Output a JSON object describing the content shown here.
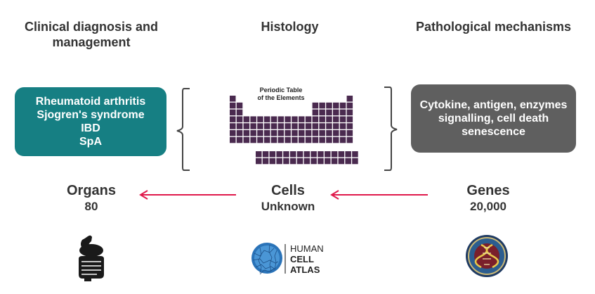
{
  "headers": {
    "left": "Clinical diagnosis and management",
    "center": "Histology",
    "right": "Pathological mechanisms"
  },
  "left_box": {
    "color": "#167f83",
    "lines": [
      "Rheumatoid arthritis",
      "Sjogren's syndrome",
      "IBD",
      "SpA"
    ]
  },
  "right_box": {
    "color": "#5f5f5f",
    "lines": [
      "Cytokine, antigen, enzymes",
      "signalling, cell death",
      "senescence"
    ]
  },
  "periodic_table": {
    "title_line1": "Periodic Table",
    "title_line2": "of the Elements",
    "cell_color": "#4a2a4f"
  },
  "labels": {
    "organs": {
      "name": "Organs",
      "count": "80"
    },
    "cells": {
      "name": "Cells",
      "count": "Unknown"
    },
    "genes": {
      "name": "Genes",
      "count": "20,000"
    }
  },
  "arrow_color": "#e0194b",
  "logo": {
    "line1": "HUMAN",
    "line2": "CELL",
    "line3": "ATLAS"
  },
  "icons": [
    "digestive-organs-icon",
    "human-cell-atlas-logo",
    "genomics-seal-icon"
  ]
}
